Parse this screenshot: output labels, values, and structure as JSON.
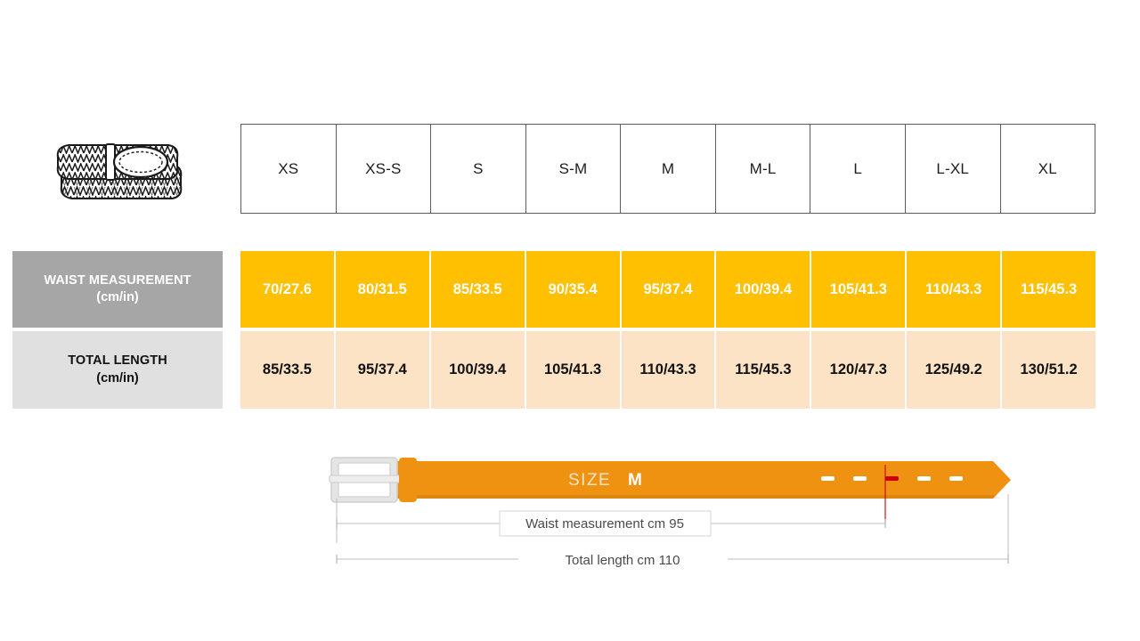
{
  "product": {
    "icon_name": "braided-belt-illustration",
    "alt": "Braided belt"
  },
  "table": {
    "sizes": [
      "XS",
      "XS-S",
      "S",
      "S-M",
      "M",
      "M-L",
      "L",
      "L-XL",
      "XL"
    ],
    "rows": [
      {
        "label_line1": "WAIST MEASUREMENT",
        "label_line2": "(cm/in)",
        "label_bg": "#a6a6a6",
        "label_color": "#ffffff",
        "cell_bg": "#fec000",
        "cell_color": "#ffffff",
        "values": [
          "70/27.6",
          "80/31.5",
          "85/33.5",
          "90/35.4",
          "95/37.4",
          "100/39.4",
          "105/41.3",
          "110/43.3",
          "115/45.3"
        ]
      },
      {
        "label_line1": "TOTAL LENGTH",
        "label_line2": "(cm/in)",
        "label_bg": "#e0e0e0",
        "label_color": "#111111",
        "cell_bg": "#fce3c5",
        "cell_color": "#111111",
        "values": [
          "85/33.5",
          "95/37.4",
          "100/39.4",
          "105/41.3",
          "110/43.3",
          "115/45.3",
          "120/47.3",
          "125/49.2",
          "130/51.2"
        ]
      }
    ]
  },
  "diagram": {
    "size_prefix": "SIZE",
    "size_value": "M",
    "waist_caption": "Waist measurement cm 95",
    "total_caption": "Total length cm 110",
    "belt_color": "#ef9212",
    "buckle_color": "#dcdcdc",
    "highlight_hole_color": "#cc0000",
    "holes": 5,
    "highlighted_hole_index": 2
  }
}
